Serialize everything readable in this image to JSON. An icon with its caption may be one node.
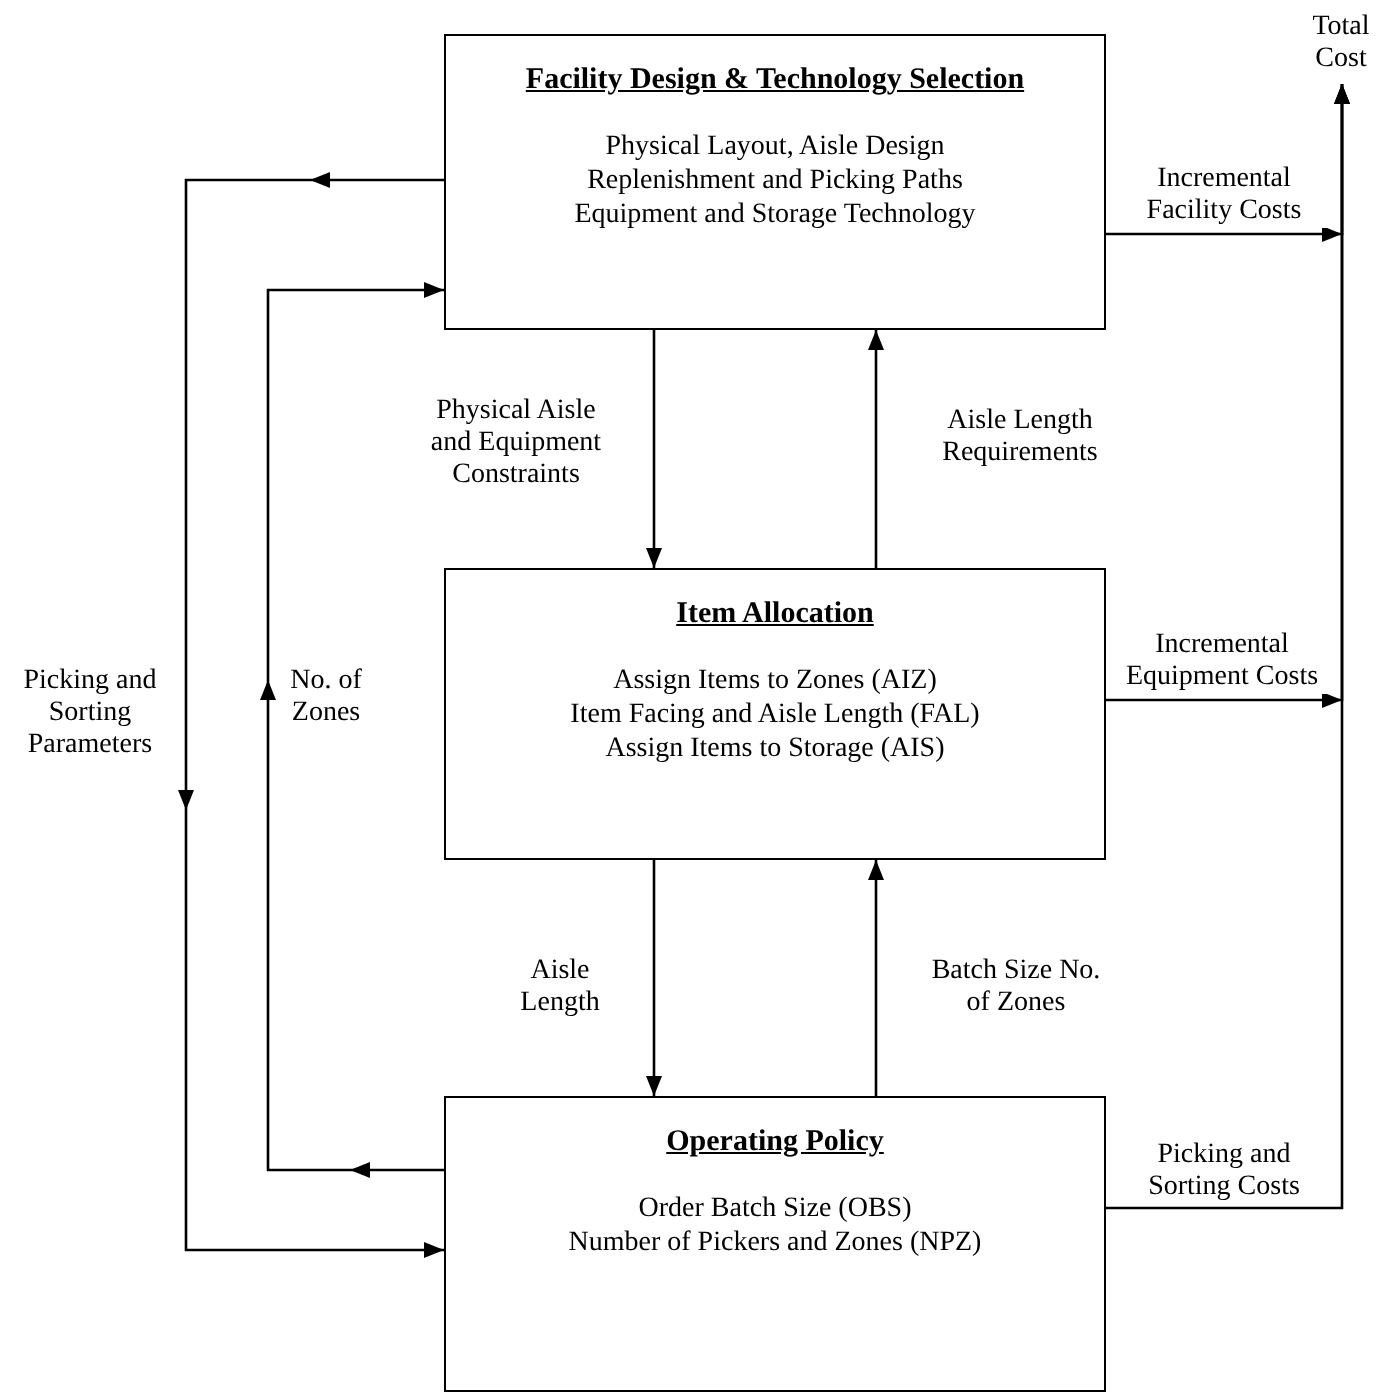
{
  "diagram": {
    "nodes": [
      {
        "text": [
          "Facility Design & Technology Selection",
          "Physical Layout, Aisle Design",
          "Replenishment and Picking Paths",
          "Equipment and Storage Technology"
        ]
      },
      {
        "text": [
          "Item Allocation",
          "Assign Items to Zones (AIZ)",
          "Item Facing and Aisle Length (FAL)",
          "Assign Items to Storage (AIS)"
        ]
      },
      {
        "text": [
          "Operating Policy",
          "Order Batch Size (OBS)",
          "Number of Pickers and Zones (NPZ)"
        ]
      },
      {
        "text": [
          "Total Cost"
        ]
      }
    ],
    "edges": [
      {
        "from": 0,
        "to": 1,
        "arrow": "to",
        "label": "Physical Aisle and Equipment Constraints"
      },
      {
        "from": 1,
        "to": 0,
        "arrow": "to",
        "label": "Aisle Length Requirements"
      },
      {
        "from": 1,
        "to": 2,
        "arrow": "to",
        "label": "Aisle Length"
      },
      {
        "from": 2,
        "to": 1,
        "arrow": "to",
        "label": "Batch Size No. of Zones"
      },
      {
        "from": 0,
        "to": 2,
        "arrow": "to",
        "label": "Picking and Sorting Parameters"
      },
      {
        "from": 2,
        "to": 0,
        "arrow": "to",
        "label": "No. of Zones"
      },
      {
        "from": 0,
        "to": 3,
        "arrow": "to",
        "label": "Incremental Facility Costs"
      },
      {
        "from": 1,
        "to": 3,
        "arrow": "to",
        "label": "Incremental Equipment Costs"
      },
      {
        "from": 2,
        "to": 3,
        "arrow": "to",
        "label": "Picking and Sorting Costs"
      }
    ]
  }
}
